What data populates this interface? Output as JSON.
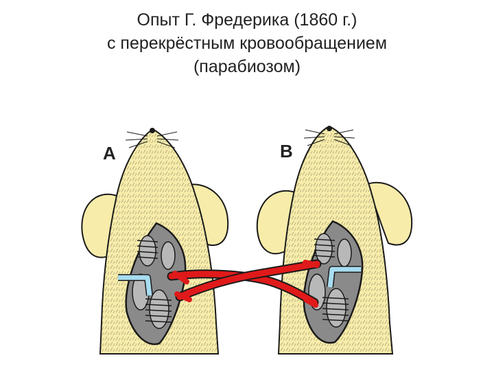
{
  "title": {
    "line1": "Опыт Г. Фредерика (1860 г.)",
    "line2": "с перекрёстным кровообращением",
    "line3": "(парабиозом)"
  },
  "labels": {
    "left": "A",
    "right": "B"
  },
  "colors": {
    "fur": "#f7ecaa",
    "outline": "#1a1a1a",
    "cavity": "#8a8a8a",
    "vessel_red": "#e01a1a",
    "tube_blue": "#a8dcf0"
  }
}
